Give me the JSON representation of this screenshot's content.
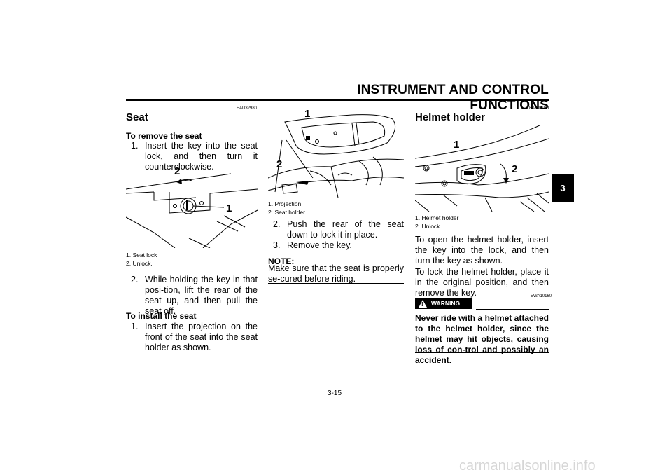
{
  "header": {
    "title": "INSTRUMENT AND CONTROL FUNCTIONS"
  },
  "chapter_tab": "3",
  "col1": {
    "code": "EAU32980",
    "heading": "Seat",
    "remove_heading": "To remove the seat",
    "remove_step1_num": "1.",
    "remove_step1": "Insert the key into the seat lock, and then turn it counterclockwise.",
    "fig_labels": [
      "2",
      "1"
    ],
    "caption1": "1. Seat lock",
    "caption2": "2. Unlock.",
    "remove_step2_num": "2.",
    "remove_step2": "While holding the key in that posi-tion, lift the rear of the seat up, and then pull the seat off.",
    "install_heading": "To install the seat",
    "install_step1_num": "1.",
    "install_step1": "Insert the projection on the front of the seat into the seat holder as shown."
  },
  "col2": {
    "fig_labels": [
      "1",
      "2"
    ],
    "caption1": "1. Projection",
    "caption2": "2. Seat holder",
    "step2_num": "2.",
    "step2": "Push the rear of the seat down to lock it in place.",
    "step3_num": "3.",
    "step3": "Remove the key.",
    "note_label": "NOTE:",
    "note_text": "Make sure that the seat is properly se-cured before riding."
  },
  "col3": {
    "code": "EAU14281",
    "heading": "Helmet holder",
    "fig_labels": [
      "1",
      "2"
    ],
    "caption1": "1. Helmet holder",
    "caption2": "2. Unlock.",
    "para1": "To open the helmet holder, insert the key into the lock, and then turn the key as shown.",
    "para2": "To lock the helmet holder, place it in the original position, and then remove the key.",
    "warn_code": "EWA10160",
    "warn_label": "WARNING",
    "warn_text": "Never ride with a helmet attached to the helmet holder, since the helmet may hit objects, causing loss of con-trol and possibly an accident."
  },
  "page_number": "3-15",
  "watermark": "carmanualsonline.info"
}
